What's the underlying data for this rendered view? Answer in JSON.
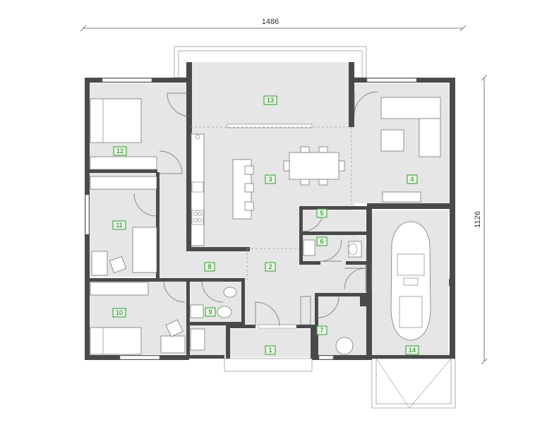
{
  "dimensions": {
    "width": "1486",
    "height": "1126"
  },
  "rooms": [
    {
      "id": "r1",
      "label": "1"
    },
    {
      "id": "r2",
      "label": "2"
    },
    {
      "id": "r3",
      "label": "3"
    },
    {
      "id": "r4",
      "label": "4"
    },
    {
      "id": "r5",
      "label": "5"
    },
    {
      "id": "r6",
      "label": "6"
    },
    {
      "id": "r7",
      "label": "7"
    },
    {
      "id": "r8",
      "label": "8"
    },
    {
      "id": "r9",
      "label": "9"
    },
    {
      "id": "r10",
      "label": "10"
    },
    {
      "id": "r11",
      "label": "11"
    },
    {
      "id": "r12",
      "label": "12"
    },
    {
      "id": "r13",
      "label": "13"
    },
    {
      "id": "r14",
      "label": "14"
    }
  ],
  "colors": {
    "wall": "#4a4a4a",
    "floor": "#e6e6e6",
    "label_border": "#2e9b2e",
    "label_fill": "#e8f5e3"
  }
}
